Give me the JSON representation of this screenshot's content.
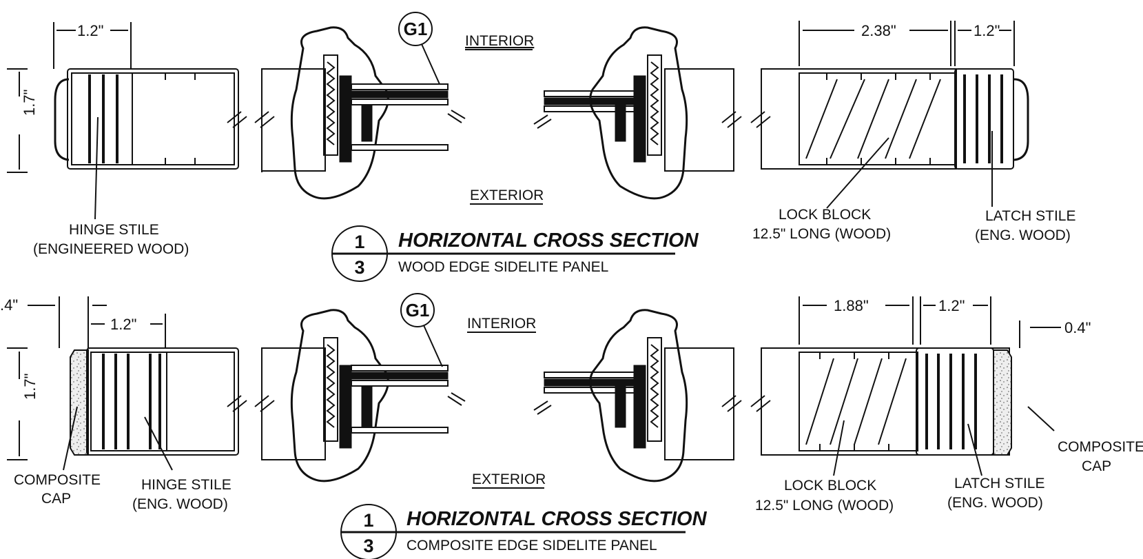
{
  "sections": [
    {
      "tag": "G1",
      "interior": "INTERIOR",
      "exterior": "EXTERIOR",
      "title": "HORIZONTAL CROSS SECTION",
      "subtitle": "WOOD EDGE SIDELITE PANEL",
      "num_top": "1",
      "num_bottom": "3",
      "dims": [
        "1.2\"",
        "1.7\"",
        "2.38\"",
        "1.2\""
      ],
      "labels": {
        "hinge_line1": "HINGE STILE",
        "hinge_line2": "(ENGINEERED WOOD)",
        "lock_line1": "LOCK BLOCK",
        "lock_line2": "12.5\" LONG (WOOD)",
        "latch_line1": "LATCH STILE",
        "latch_line2": "(ENG. WOOD)"
      }
    },
    {
      "tag": "G1",
      "interior": "INTERIOR",
      "exterior": "EXTERIOR",
      "title": "HORIZONTAL CROSS SECTION",
      "subtitle": "COMPOSITE EDGE SIDELITE PANEL",
      "num_top": "1",
      "num_bottom": "3",
      "dims": [
        ".4\"",
        "1.2\"",
        "1.7\"",
        "1.88\"",
        "1.2\"",
        "0.4\""
      ],
      "labels": {
        "cap_left_line1": "COMPOSITE",
        "cap_left_line2": "CAP",
        "hinge_line1": "HINGE STILE",
        "hinge_line2": "(ENG. WOOD)",
        "lock_line1": "LOCK BLOCK",
        "lock_line2": "12.5\" LONG (WOOD)",
        "latch_line1": "LATCH STILE",
        "latch_line2": "(ENG. WOOD)",
        "cap_right_line1": "COMPOSITE",
        "cap_right_line2": "CAP"
      }
    }
  ]
}
